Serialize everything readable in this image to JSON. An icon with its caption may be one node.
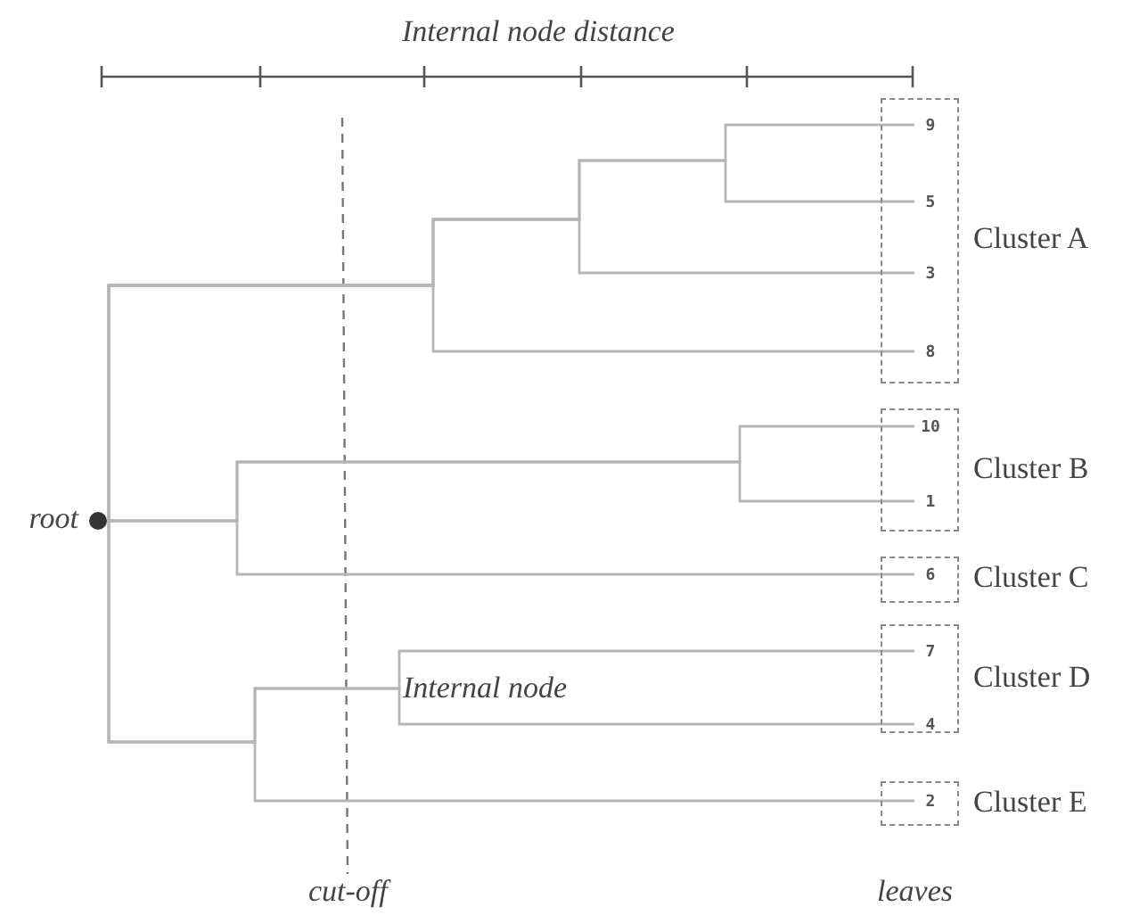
{
  "diagram": {
    "title": "Internal node distance",
    "nodes": [
      {
        "text": [],
        "shape": "circle",
        "beside": [
          "root"
        ]
      },
      {
        "text": [],
        "shape": "box",
        "beside": [
          "Cluster A"
        ]
      },
      {
        "text": [
          "9"
        ],
        "in": 1
      },
      {
        "text": [
          "5"
        ],
        "in": 1
      },
      {
        "text": [
          "3"
        ],
        "in": 1
      },
      {
        "text": [
          "8"
        ],
        "in": 1
      },
      {
        "text": [],
        "shape": "box",
        "beside": [
          "Cluster B"
        ]
      },
      {
        "text": [
          "10"
        ],
        "in": 6
      },
      {
        "text": [
          "1"
        ],
        "in": 6
      },
      {
        "text": [],
        "shape": "box",
        "beside": [
          "Cluster C"
        ]
      },
      {
        "text": [
          "6"
        ],
        "in": 9
      },
      {
        "text": [],
        "shape": "box",
        "beside": [
          "Cluster D"
        ]
      },
      {
        "text": [
          "7"
        ],
        "in": 11
      },
      {
        "text": [
          "4"
        ],
        "in": 11
      },
      {
        "text": [],
        "shape": "box",
        "beside": [
          "Cluster E"
        ]
      },
      {
        "text": [
          "2"
        ],
        "in": 14
      }
    ],
    "edges": [
      {
        "from": 0,
        "to": 2,
        "arrow": "none"
      },
      {
        "from": 0,
        "to": 3,
        "arrow": "none"
      },
      {
        "from": 0,
        "to": 4,
        "arrow": "none"
      },
      {
        "from": 0,
        "to": 5,
        "arrow": "none"
      },
      {
        "from": 0,
        "to": 7,
        "arrow": "none"
      },
      {
        "from": 0,
        "to": 8,
        "arrow": "none"
      },
      {
        "from": 0,
        "to": 10,
        "arrow": "none"
      },
      {
        "from": 0,
        "to": 12,
        "arrow": "none"
      },
      {
        "from": 0,
        "to": 13,
        "arrow": "none"
      },
      {
        "from": 0,
        "to": 15,
        "arrow": "none"
      }
    ],
    "labels": [
      "Internal node",
      "cut-off",
      "leaves"
    ]
  }
}
